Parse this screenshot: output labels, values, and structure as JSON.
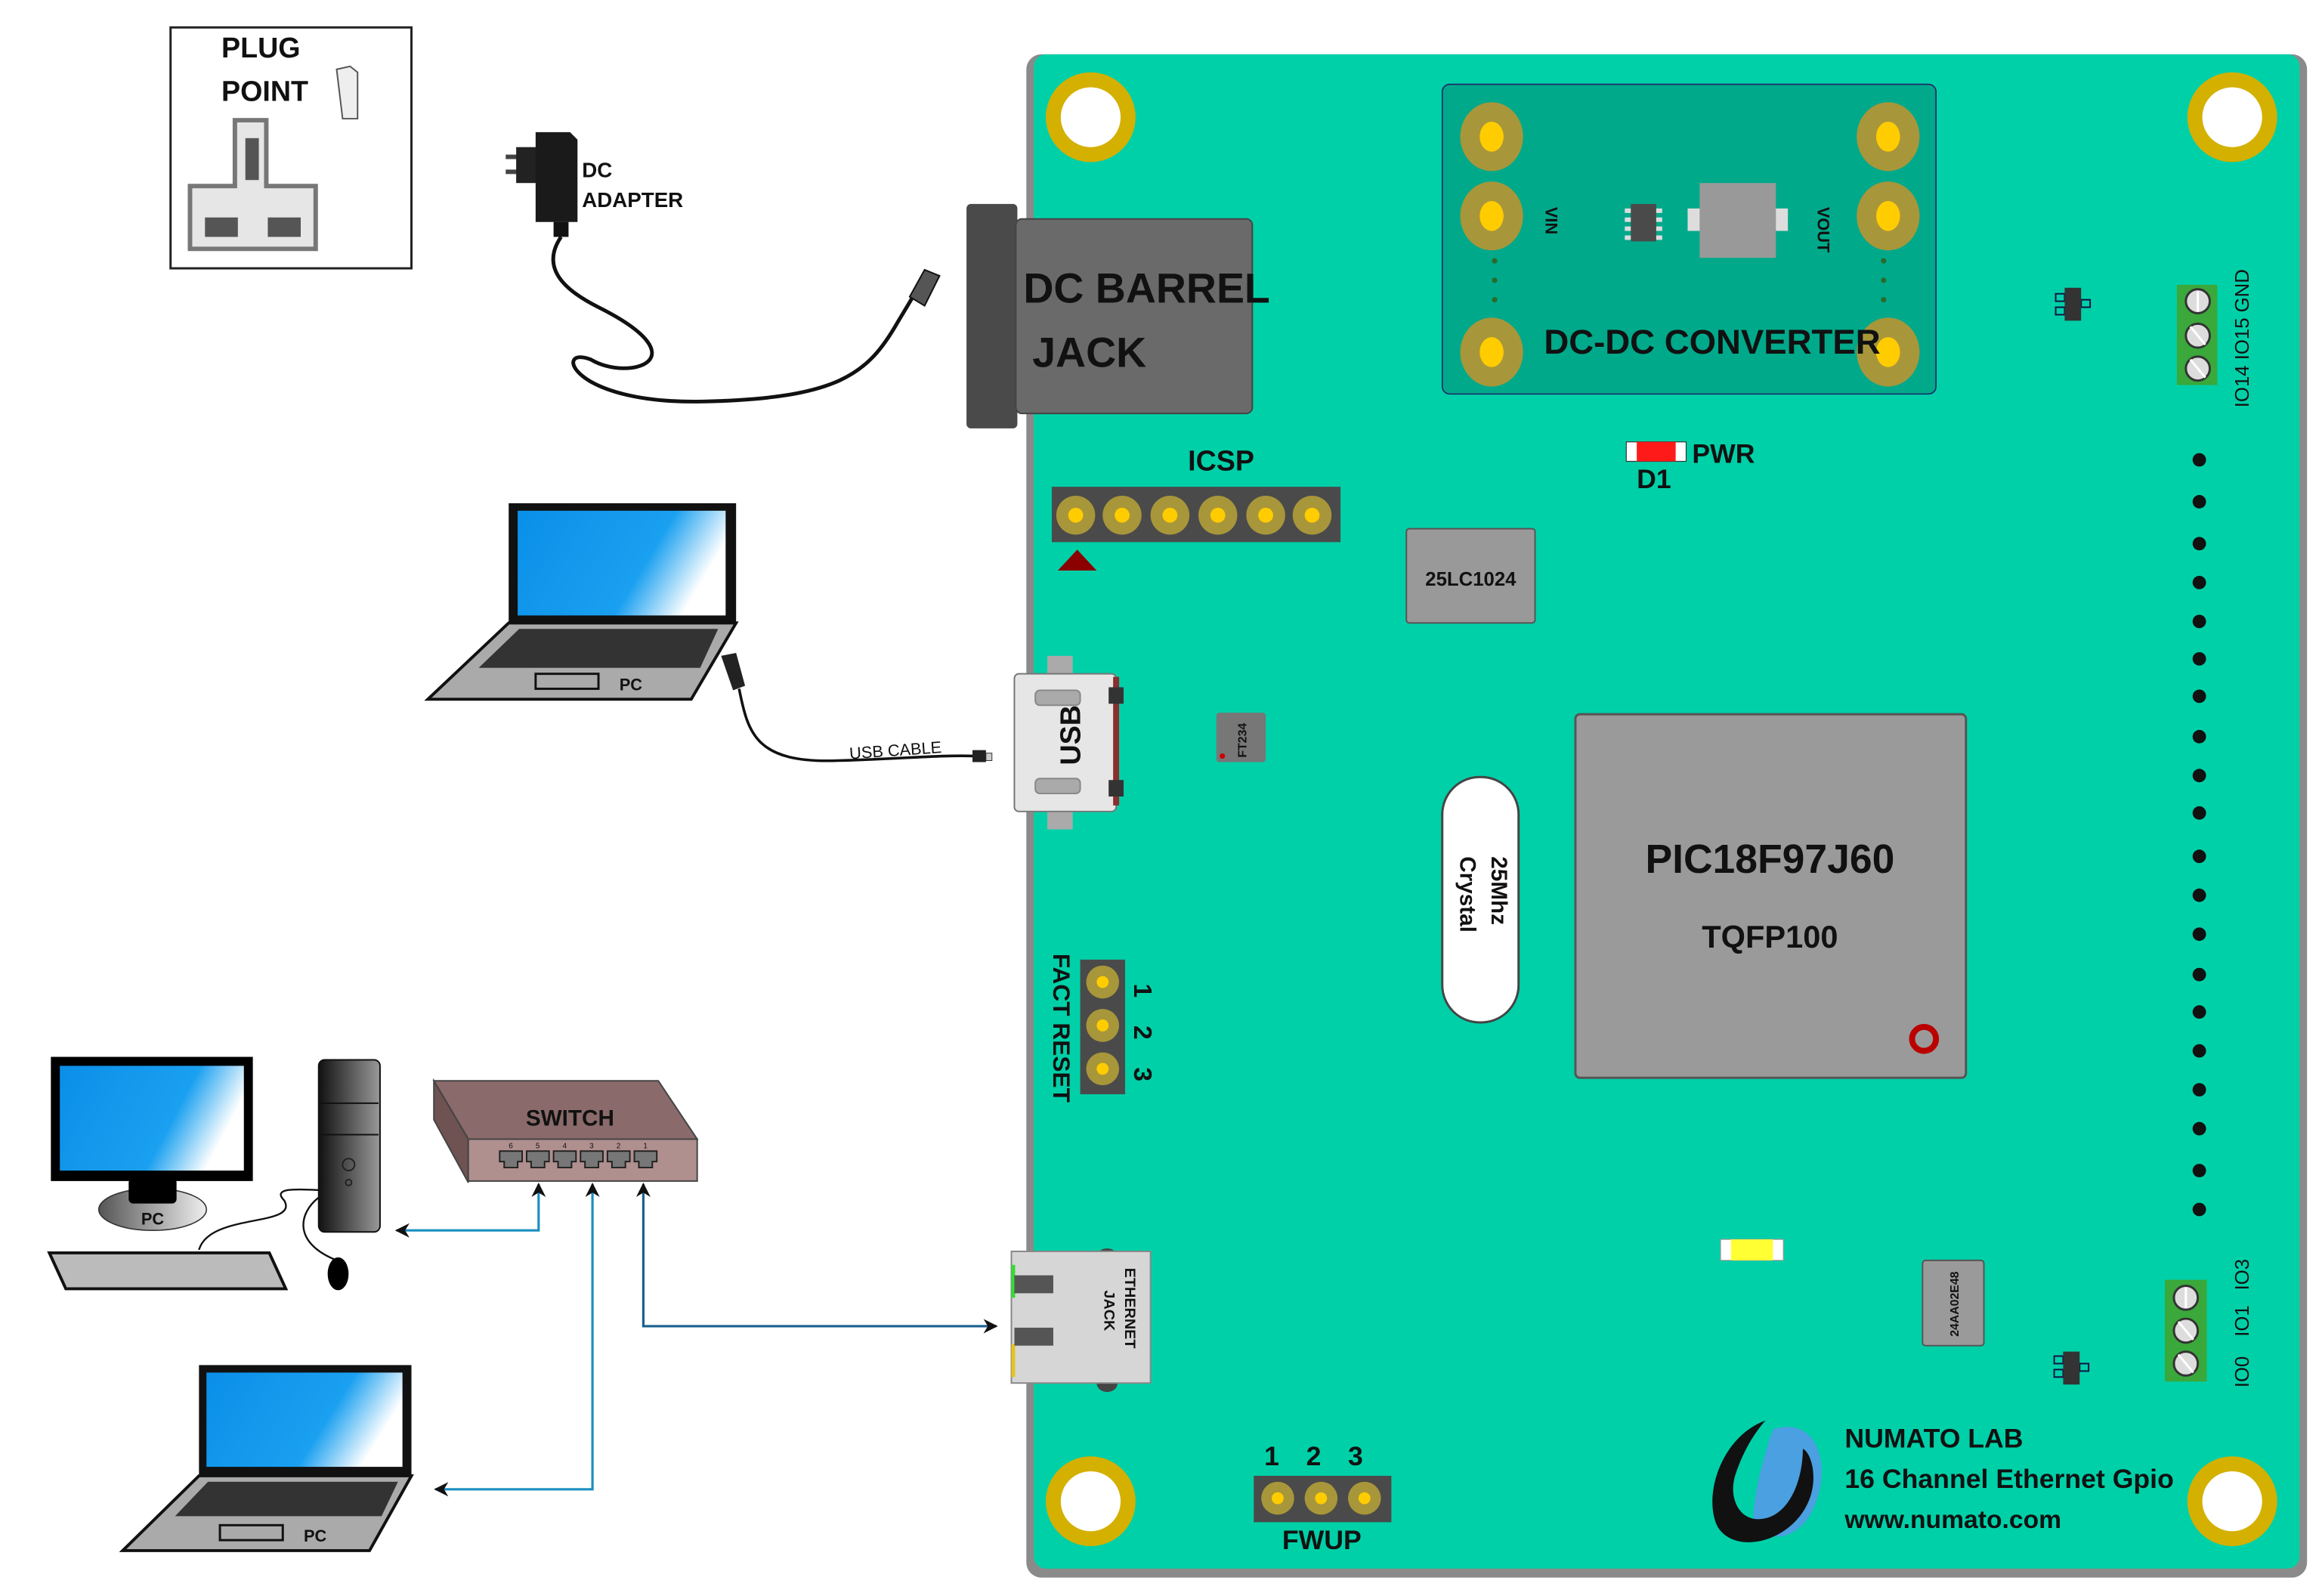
{
  "plug_point": {
    "line1": "PLUG",
    "line2": "POINT"
  },
  "dc_adapter": {
    "line1": "DC",
    "line2": "ADAPTER"
  },
  "dc_barrel_jack": {
    "line1": "DC BARREL",
    "line2": "JACK"
  },
  "dc_dc_converter": {
    "title": "DC-DC CONVERTER",
    "vin": "VIN",
    "vout": "VOUT"
  },
  "icsp": {
    "label": "ICSP"
  },
  "power_led": {
    "label": "PWR",
    "designator": "D1"
  },
  "eeprom": {
    "label": "25LC1024"
  },
  "usb": {
    "label": "USB",
    "cable_label": "USB CABLE",
    "bridge_chip": "FT234"
  },
  "pc_laptop_usb": {
    "label": "PC"
  },
  "crystal": {
    "line1": "25Mhz",
    "line2": "Crystal"
  },
  "mcu": {
    "line1": "PIC18F97J60",
    "line2": "TQFP100"
  },
  "fact_reset": {
    "label": "FACT RESET",
    "pins": [
      "1",
      "2",
      "3"
    ]
  },
  "switch": {
    "label": "SWITCH",
    "ports": [
      "6",
      "5",
      "4",
      "3",
      "2",
      "1"
    ]
  },
  "desktop_pc": {
    "label": "PC"
  },
  "laptop_pc": {
    "label": "PC"
  },
  "ethernet_jack": {
    "line1": "ETHERNET",
    "line2": "JACK"
  },
  "mac_eeprom": {
    "label": "24AA02E48"
  },
  "terminal_top": {
    "labels": "IO14 IO15 GND"
  },
  "terminal_bottom": {
    "labels": [
      "IO0",
      "IO1",
      "IO3"
    ]
  },
  "fwup": {
    "label": "FWUP",
    "pins": [
      "1",
      "2",
      "3"
    ]
  },
  "branding": {
    "company": "NUMATO LAB",
    "product": "16 Channel Ethernet Gpio",
    "website": "www.numato.com"
  },
  "colors": {
    "pcb": "#00d0a8",
    "pad_ring": "#a8963a",
    "pad_center": "#ffcc00",
    "cable": "#1a8fc0"
  }
}
